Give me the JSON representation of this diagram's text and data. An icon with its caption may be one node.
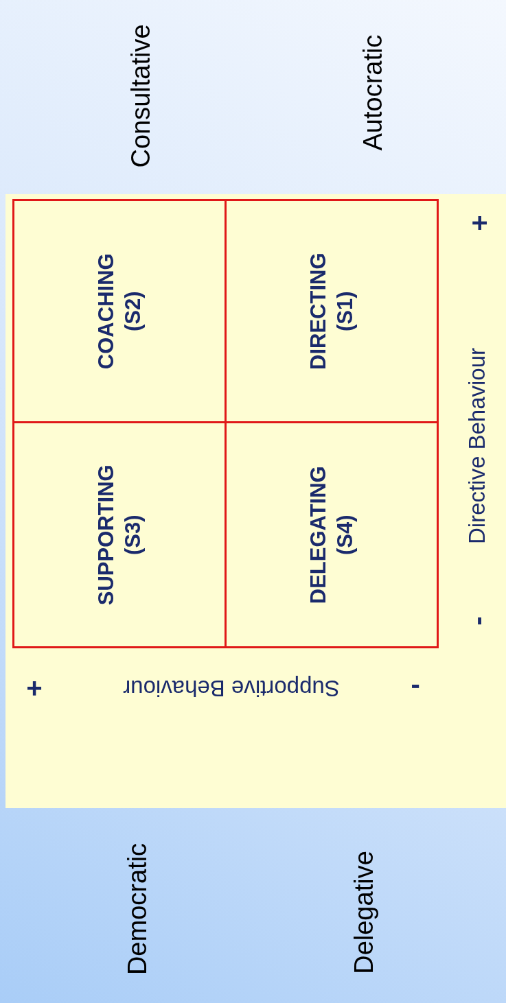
{
  "diagram": {
    "nodes": [
      {
        "text": [
          "COACHING (S2)"
        ]
      },
      {
        "text": [
          "DIRECTING (S1)"
        ]
      },
      {
        "text": [
          "SUPPORTING (S3)"
        ]
      },
      {
        "text": [
          "DELEGATING (S4)"
        ]
      }
    ],
    "labels": [
      "Consultative",
      "Autocratic",
      "+",
      "Directive Behaviour",
      "-",
      "+",
      "Supportive Behaviour",
      "-",
      "Democratic",
      "Delegative"
    ]
  }
}
